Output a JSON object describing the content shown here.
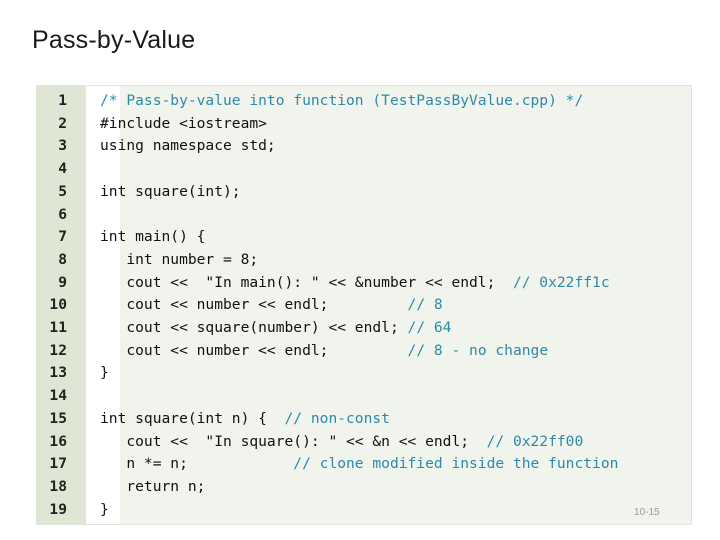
{
  "slide": {
    "title": "Pass-by-Value",
    "page_number": "10-15"
  },
  "code": {
    "colors": {
      "panel_bg": "#f1f4ec",
      "gutter_bg": "#dfe6d3",
      "code_text": "#111111",
      "comment": "#2c8aa8",
      "line_number": "#222222"
    },
    "lines": [
      {
        "num": "1",
        "code": "",
        "comment": "/* Pass-by-value into function (TestPassByValue.cpp) */"
      },
      {
        "num": "2",
        "code": "#include <iostream>",
        "comment": ""
      },
      {
        "num": "3",
        "code": "using namespace std;",
        "comment": ""
      },
      {
        "num": "4",
        "code": "",
        "comment": ""
      },
      {
        "num": "5",
        "code": "int square(int);",
        "comment": ""
      },
      {
        "num": "6",
        "code": "",
        "comment": ""
      },
      {
        "num": "7",
        "code": "int main() {",
        "comment": ""
      },
      {
        "num": "8",
        "code": "   int number = 8;",
        "comment": ""
      },
      {
        "num": "9",
        "code": "   cout <<  \"In main(): \" << &number << endl;  ",
        "comment": "// 0x22ff1c"
      },
      {
        "num": "10",
        "code": "   cout << number << endl;         ",
        "comment": "// 8"
      },
      {
        "num": "11",
        "code": "   cout << square(number) << endl; ",
        "comment": "// 64"
      },
      {
        "num": "12",
        "code": "   cout << number << endl;         ",
        "comment": "// 8 - no change"
      },
      {
        "num": "13",
        "code": "}",
        "comment": ""
      },
      {
        "num": "14",
        "code": "",
        "comment": ""
      },
      {
        "num": "15",
        "code": "int square(int n) {  ",
        "comment": "// non-const"
      },
      {
        "num": "16",
        "code": "   cout <<  \"In square(): \" << &n << endl;  ",
        "comment": "// 0x22ff00"
      },
      {
        "num": "17",
        "code": "   n *= n;            ",
        "comment": "// clone modified inside the function"
      },
      {
        "num": "18",
        "code": "   return n;",
        "comment": ""
      },
      {
        "num": "19",
        "code": "}",
        "comment": ""
      }
    ]
  }
}
